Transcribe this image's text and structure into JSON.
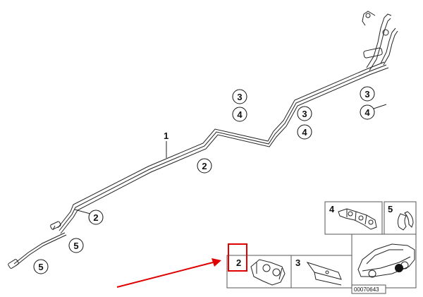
{
  "diagram": {
    "part_labels": {
      "main_line": "1",
      "circle_a3": "3",
      "circle_a4": "4",
      "circle_b3": "3",
      "circle_b4": "4",
      "circle_c3": "3",
      "circle_c4": "4",
      "circle_mid2": "2",
      "circle_left2": "2",
      "circle_5a": "5",
      "circle_5b": "5"
    },
    "inset": {
      "cell_4": "4",
      "cell_5": "5",
      "cell_2": "2",
      "cell_3": "3",
      "catalog_number": "00070643"
    },
    "colors": {
      "highlight": "#e00000",
      "line": "#222222",
      "background": "#ffffff"
    }
  }
}
